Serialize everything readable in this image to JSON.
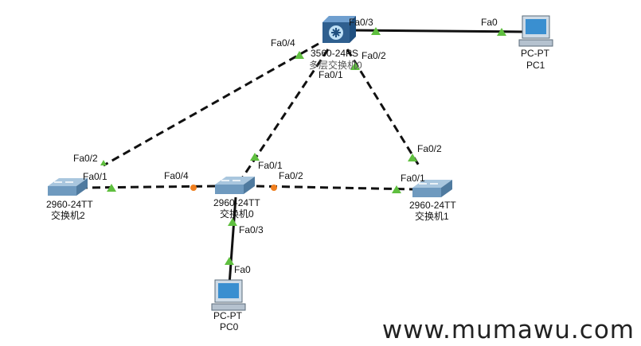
{
  "devices": {
    "ms0": {
      "model": "3560-24PS",
      "name": "多层交换机0"
    },
    "sw0": {
      "model": "2960-24TT",
      "name": "交换机0"
    },
    "sw1": {
      "model": "2960-24TT",
      "name": "交换机1"
    },
    "sw2": {
      "model": "2960-24TT",
      "name": "交换机2"
    },
    "pc0": {
      "model": "PC-PT",
      "name": "PC0"
    },
    "pc1": {
      "model": "PC-PT",
      "name": "PC1"
    }
  },
  "ports": {
    "ms0_fa03": "Fa0/3",
    "pc1_fa0": "Fa0",
    "ms0_fa04": "Fa0/4",
    "ms0_fa02": "Fa0/2",
    "ms0_fa01": "Fa0/1",
    "sw2_fa02": "Fa0/2",
    "sw2_fa01": "Fa0/1",
    "sw0_fa04": "Fa0/4",
    "sw0_fa01": "Fa0/1",
    "sw0_fa02": "Fa0/2",
    "sw1_fa02": "Fa0/2",
    "sw1_fa01": "Fa0/1",
    "sw0_fa03": "Fa0/3",
    "pc0_fa0": "Fa0"
  },
  "colors": {
    "link_up": "#5fbf3f",
    "link_blocked": "#f07f1f",
    "switch_blue": "#7fa6c6",
    "ms_blue": "#3f6f9f"
  },
  "watermark": "www.mumawu.com"
}
